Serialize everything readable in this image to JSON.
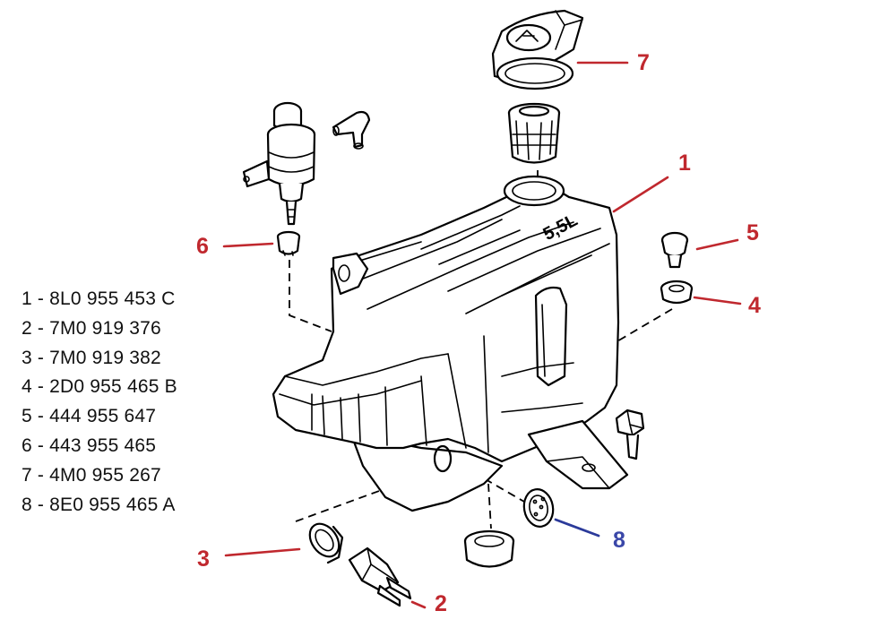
{
  "diagram": {
    "tank_capacity_label": "5,5L",
    "callouts": [
      {
        "id": "1",
        "label": "1",
        "color": "#c0282e"
      },
      {
        "id": "2",
        "label": "2",
        "color": "#c0282e"
      },
      {
        "id": "3",
        "label": "3",
        "color": "#c0282e"
      },
      {
        "id": "4",
        "label": "4",
        "color": "#c0282e"
      },
      {
        "id": "5",
        "label": "5",
        "color": "#c0282e"
      },
      {
        "id": "6",
        "label": "6",
        "color": "#c0282e"
      },
      {
        "id": "7",
        "label": "7",
        "color": "#c0282e"
      },
      {
        "id": "8",
        "label": "8",
        "color": "#2b3a9a"
      }
    ]
  },
  "parts_list": [
    "1 - 8L0 955 453 C",
    "2 - 7M0 919 376",
    "3 - 7M0 919 382",
    "4 - 2D0 955 465 B",
    "5 - 444 955 647",
    "6 - 443 955 465",
    "7 - 4M0 955 267",
    "8 - 8E0 955 465 A"
  ]
}
